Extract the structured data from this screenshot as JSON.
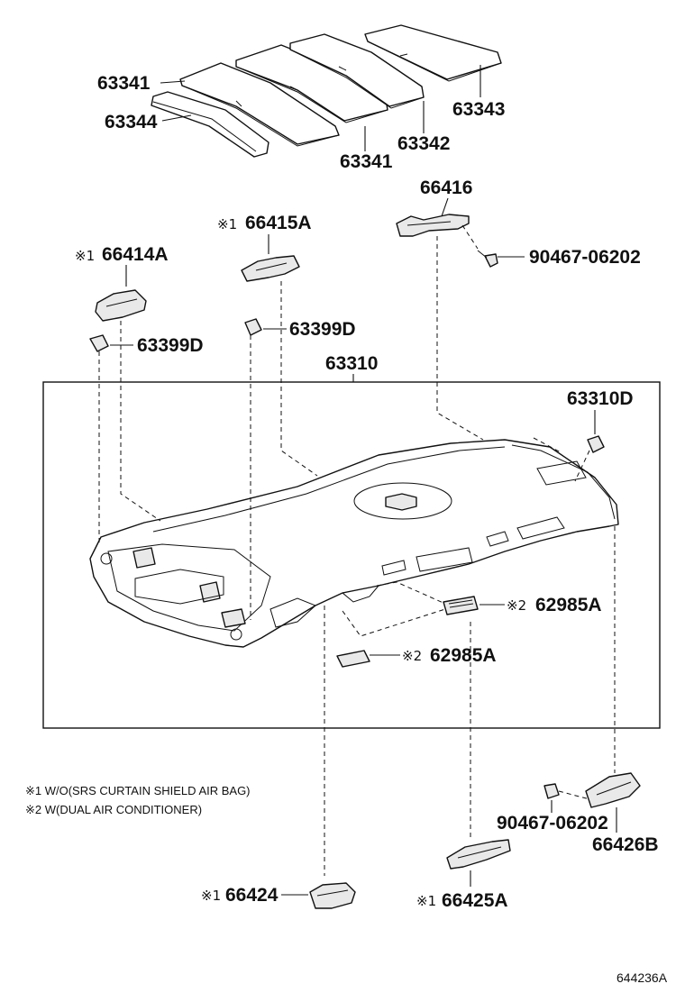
{
  "labels": {
    "roof_silencer_front": "63341",
    "roof_silencer_front_strip": "63344",
    "roof_silencer_center": "63341",
    "roof_silencer_rear_mid": "63342",
    "roof_silencer_rear": "63343",
    "holder_66416": "66416",
    "clip_90467_top": "90467-06202",
    "holder_66415a": "66415A",
    "holder_66414a": "66414A",
    "clip_63399d_left": "63399D",
    "clip_63399d_mid": "63399D",
    "headlining": "63310",
    "clip_63310d": "63310D",
    "register_62985a_right": "62985A",
    "register_62985a_left": "62985A",
    "clip_90467_bottom": "90467-06202",
    "holder_66426b": "66426B",
    "holder_66424": "66424",
    "holder_66425a": "66425A"
  },
  "marks": {
    "m1": "※1",
    "m2": "※2",
    "m1_66415a": "※1",
    "m1_66414a": "※1",
    "m2_62985a_right": "※2",
    "m2_62985a_left": "※2",
    "m1_66424": "※1",
    "m1_66425a": "※1"
  },
  "notes": {
    "note1": "※1 W/O(SRS CURTAIN SHIELD AIR BAG)",
    "note2": "※2 W(DUAL AIR CONDITIONER)"
  },
  "diagram_code": "644236A"
}
